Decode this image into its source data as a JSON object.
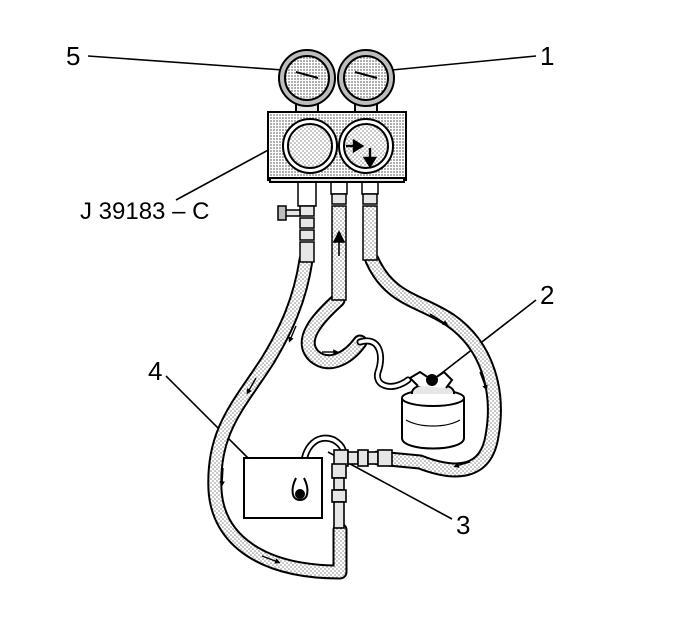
{
  "callouts": {
    "c1": "1",
    "c2": "2",
    "c3": "3",
    "c4": "4",
    "c5": "5",
    "tool_number": "J 39183 – C"
  },
  "style": {
    "ink": "#000000",
    "hose_fill": "#d2d2d2",
    "body_fill": "#cfcfcf",
    "gauge_fill": "#bdbdbd",
    "paper": "#ffffff"
  }
}
